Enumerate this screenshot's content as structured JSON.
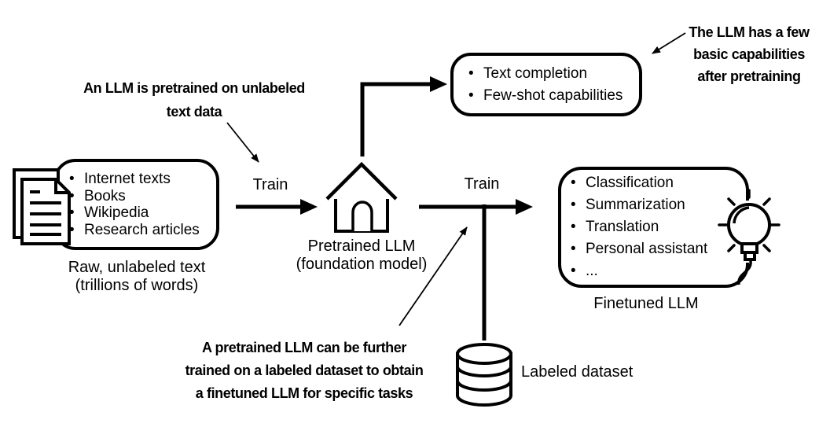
{
  "title": "LLM pretraining and finetuning pipeline diagram",
  "annotations": {
    "pretrain": {
      "line1": "An LLM is pretrained on unlabeled",
      "line2": "text data"
    },
    "capabilities": {
      "line1": "The LLM has a few",
      "line2": "basic capabilities",
      "line3": "after pretraining"
    },
    "finetune": {
      "line1": "A pretrained LLM can be further",
      "line2": "trained on a labeled dataset to obtain",
      "line3": "a finetuned LLM for specific tasks"
    }
  },
  "boxes": {
    "raw_text": {
      "items": [
        "Internet texts",
        "Books",
        "Wikipedia",
        "Research articles"
      ],
      "caption_line1": "Raw, unlabeled text",
      "caption_line2": "(trillions of words)"
    },
    "pretrained_caps": {
      "items": [
        "Text completion",
        "Few-shot capabilities"
      ]
    },
    "finetuned": {
      "items": [
        "Classification",
        "Summarization",
        "Translation",
        "Personal assistant",
        "..."
      ],
      "caption": "Finetuned LLM"
    }
  },
  "labels": {
    "train_left": "Train",
    "train_right": "Train",
    "pretrained_line1": "Pretrained LLM",
    "pretrained_line2": "(foundation model)",
    "labeled_dataset": "Labeled dataset"
  },
  "icons": {
    "documents": "stacked-text-pages",
    "house": "model-house",
    "database": "database-cylinder",
    "lightbulb": "idea-lightbulb"
  },
  "colors": {
    "ink": "#000000",
    "background": "#ffffff"
  }
}
